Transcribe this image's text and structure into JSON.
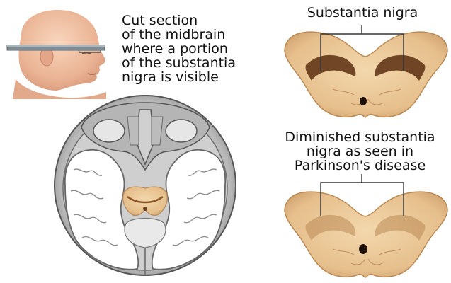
{
  "captions": {
    "cut_section": [
      "Cut section",
      "of the midbrain",
      "where a portion",
      "of the substantia",
      "nigra is visible"
    ],
    "substantia_nigra": "Substantia nigra",
    "diminished": [
      "Diminished substantia",
      "nigra as seen in",
      "Parkinson's disease"
    ]
  },
  "colors": {
    "midbrain_tissue": "#e9c594",
    "midbrain_edge": "#b98a55",
    "normal_nigra": "#6b3a16",
    "diminished_nigra": "#b07a45",
    "skin": "#f0bfa0",
    "cut_plane": "#7f8c93"
  },
  "icons": {
    "head": "head-profile-icon",
    "brain_section": "brain-axial-section-icon",
    "normal_midbrain": "midbrain-normal-icon",
    "diseased_midbrain": "midbrain-diminished-icon"
  }
}
